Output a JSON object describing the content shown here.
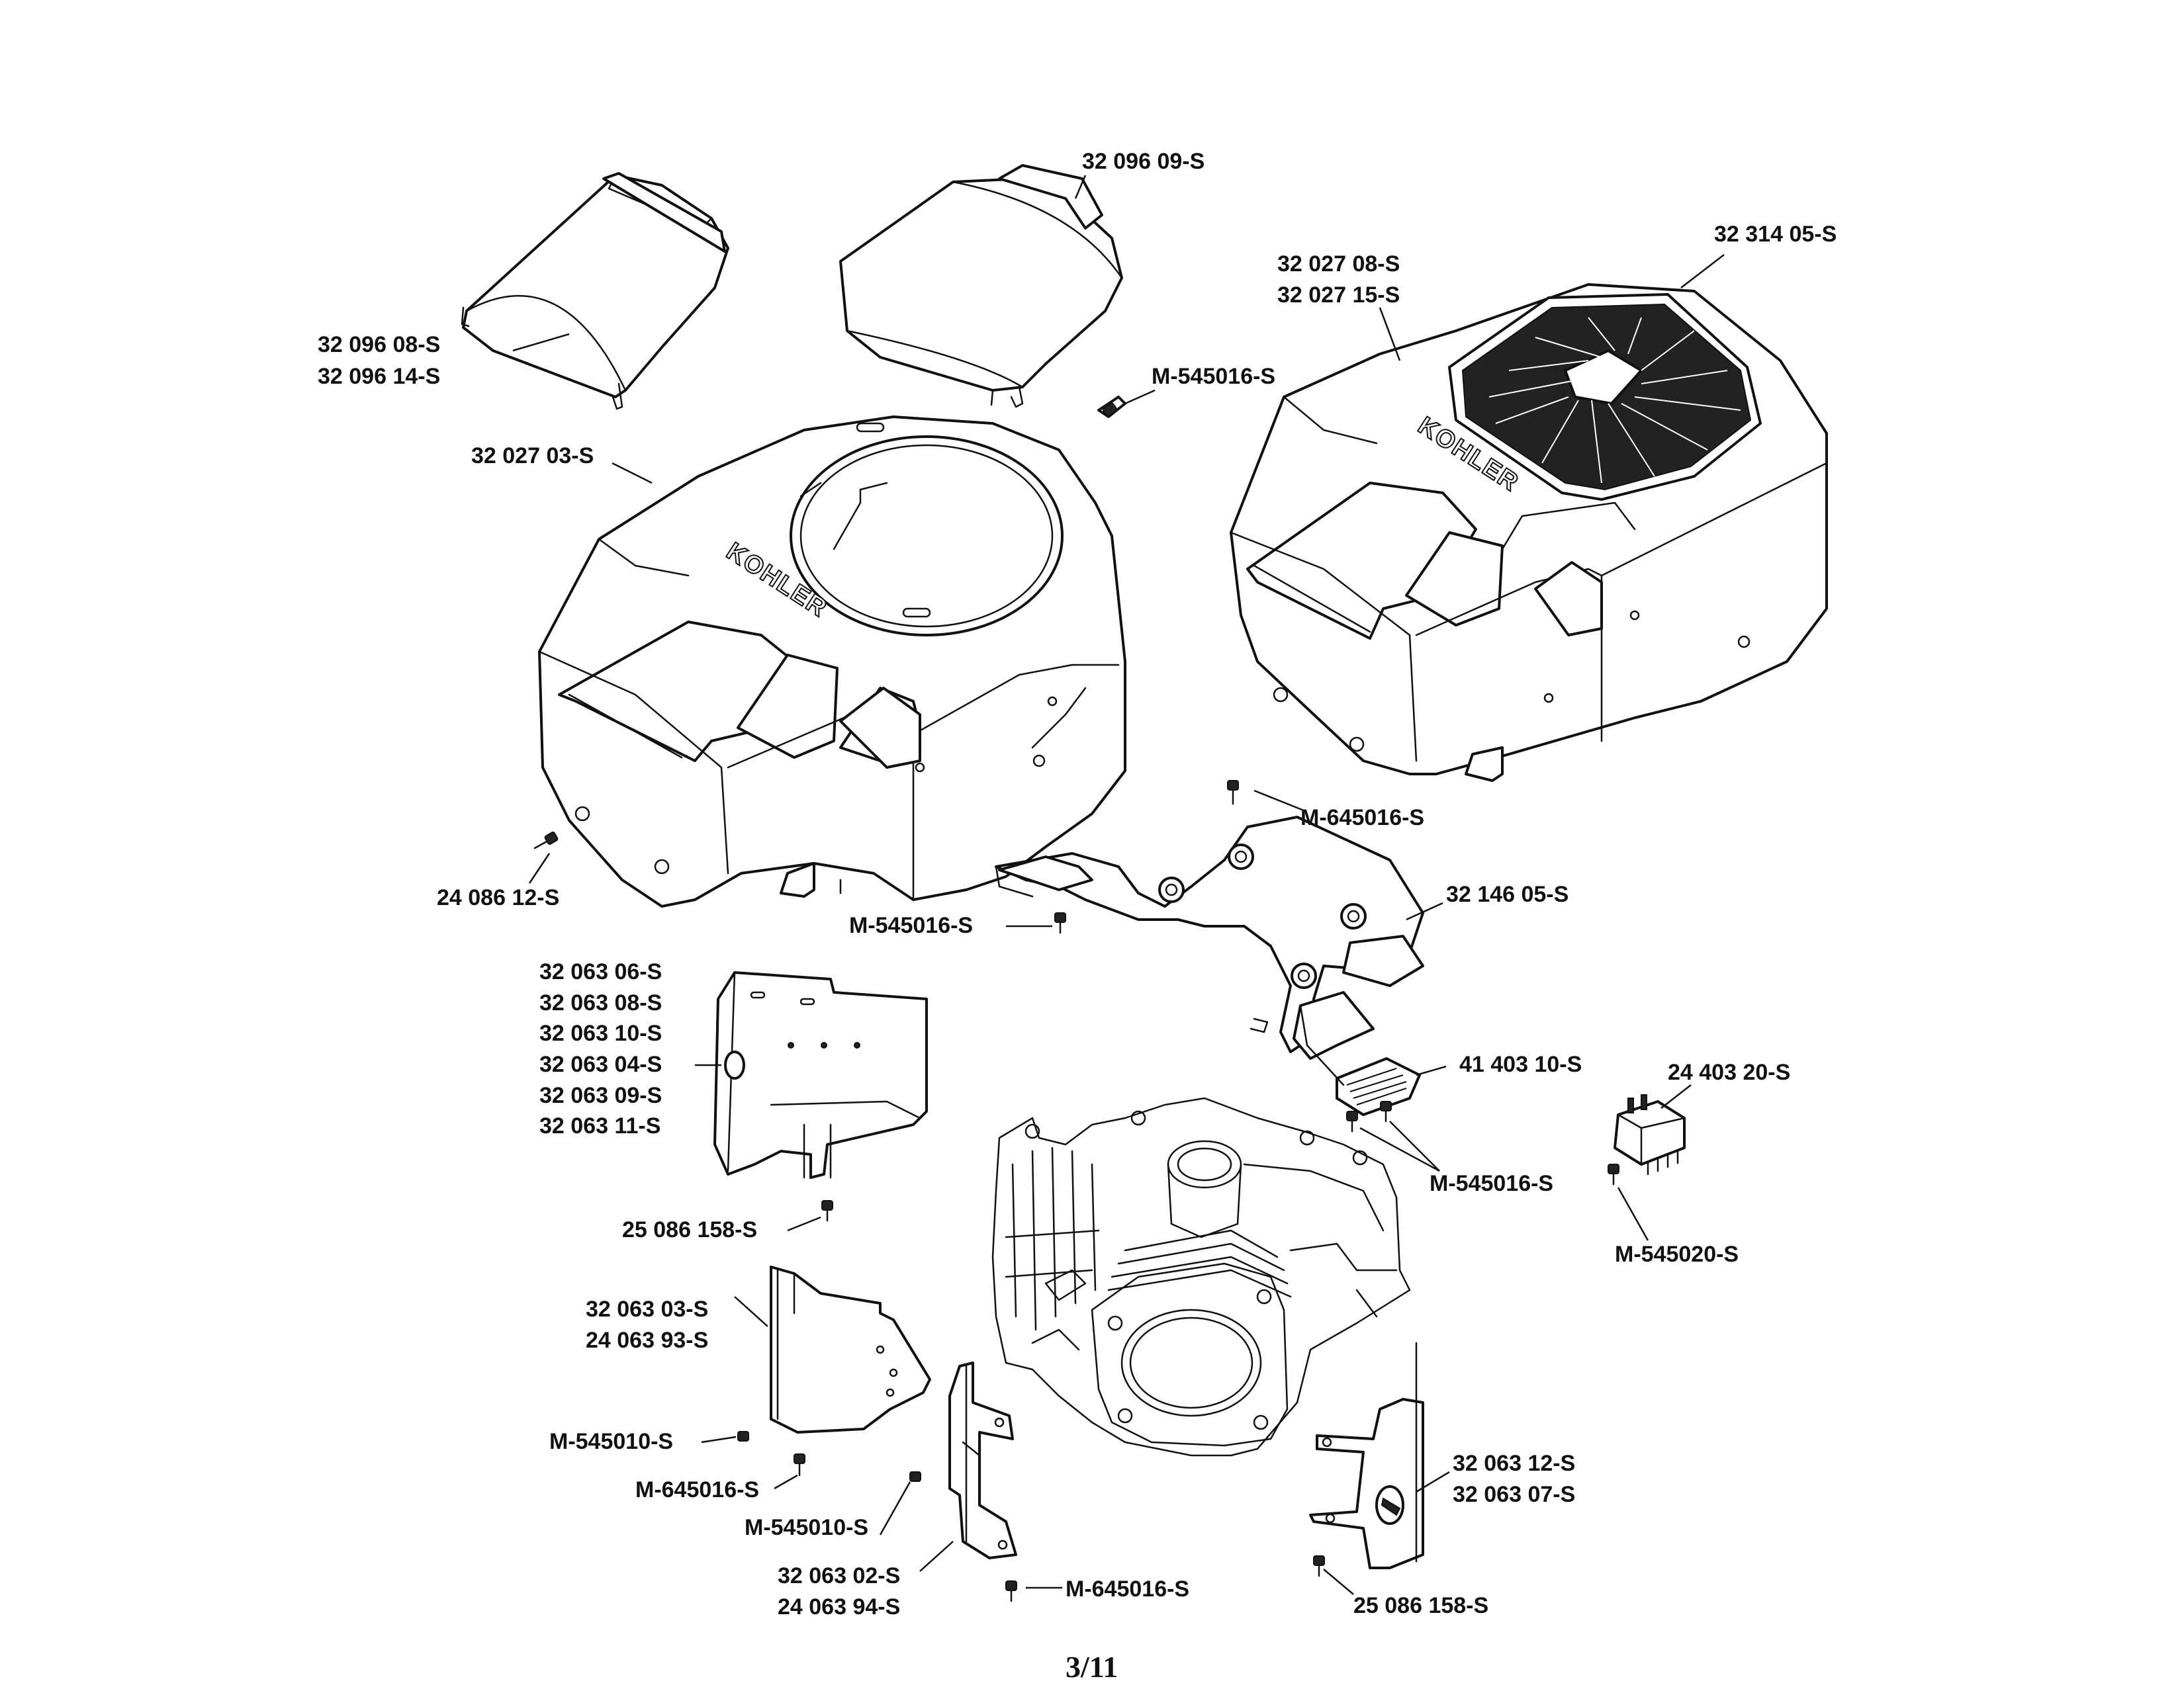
{
  "brand": "KOHLER",
  "page_number": "3/11",
  "labels": [
    {
      "id": "lbl-320960-9",
      "lines": [
        "32 096 09-S"
      ]
    },
    {
      "id": "lbl-323140-5",
      "lines": [
        "32 314 05-S"
      ]
    },
    {
      "id": "lbl-320270-8",
      "lines": [
        "32 027 08-S",
        "32 027 15-S"
      ]
    },
    {
      "id": "lbl-320960-8",
      "lines": [
        "32 096 08-S",
        "32 096 14-S"
      ]
    },
    {
      "id": "lbl-m545016-a",
      "lines": [
        "M-545016-S"
      ]
    },
    {
      "id": "lbl-320270-3",
      "lines": [
        "32 027 03-S"
      ]
    },
    {
      "id": "lbl-m645016-a",
      "lines": [
        "M-645016-S"
      ]
    },
    {
      "id": "lbl-240861-2",
      "lines": [
        "24 086 12-S"
      ]
    },
    {
      "id": "lbl-321460-5",
      "lines": [
        "32 146 05-S"
      ]
    },
    {
      "id": "lbl-m545016-b",
      "lines": [
        "M-545016-S"
      ]
    },
    {
      "id": "lbl-320630-6",
      "lines": [
        "32 063 06-S",
        "32 063 08-S",
        "32 063 10-S",
        "32 063 04-S",
        "32 063 09-S",
        "32 063 11-S"
      ]
    },
    {
      "id": "lbl-414031-0",
      "lines": [
        "41 403 10-S"
      ]
    },
    {
      "id": "lbl-244032-0",
      "lines": [
        "24 403 20-S"
      ]
    },
    {
      "id": "lbl-m545016-c",
      "lines": [
        "M-545016-S"
      ]
    },
    {
      "id": "lbl-m545020",
      "lines": [
        "M-545020-S"
      ]
    },
    {
      "id": "lbl-250861-58-a",
      "lines": [
        "25 086 158-S"
      ]
    },
    {
      "id": "lbl-320630-3",
      "lines": [
        "32 063 03-S",
        "24 063 93-S"
      ]
    },
    {
      "id": "lbl-m545010-a",
      "lines": [
        "M-545010-S"
      ]
    },
    {
      "id": "lbl-m645016-b",
      "lines": [
        "M-645016-S"
      ]
    },
    {
      "id": "lbl-m545010-b",
      "lines": [
        "M-545010-S"
      ]
    },
    {
      "id": "lbl-320630-2",
      "lines": [
        "32 063 02-S",
        "24 063 94-S"
      ]
    },
    {
      "id": "lbl-m645016-c",
      "lines": [
        "M-645016-S"
      ]
    },
    {
      "id": "lbl-320631-2",
      "lines": [
        "32 063 12-S",
        "32 063 07-S"
      ]
    },
    {
      "id": "lbl-250861-58-b",
      "lines": [
        "25 086 158-S"
      ]
    }
  ]
}
